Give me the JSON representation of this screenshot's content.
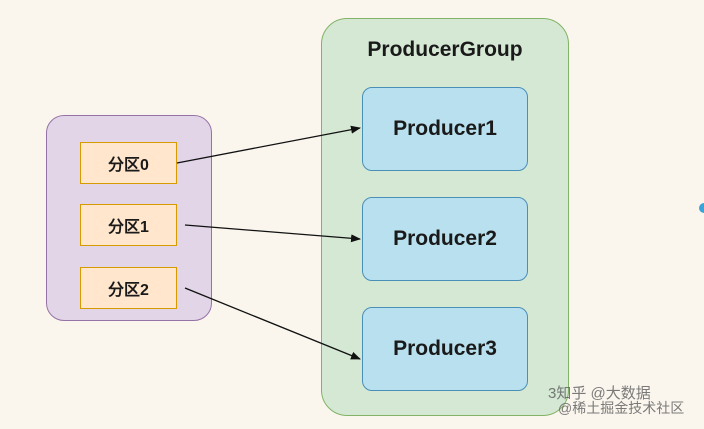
{
  "producer_group": {
    "title": "ProducerGroup",
    "producers": [
      "Producer1",
      "Producer2",
      "Producer3"
    ]
  },
  "topic": {
    "partitions": [
      "分区0",
      "分区1",
      "分区2"
    ]
  },
  "colors": {
    "background": "#faf6ee",
    "group_fill": "#d5e8d4",
    "group_border": "#82b366",
    "producer_fill": "#b9e0ee",
    "producer_border": "#4a8fb8",
    "topic_fill": "#e1d5e7",
    "topic_border": "#9673a6",
    "partition_fill": "#ffe6cc",
    "partition_border": "#d79b00"
  },
  "watermark": {
    "line1": "3知乎 @大数据",
    "line2": "@稀土掘金技术社区"
  }
}
